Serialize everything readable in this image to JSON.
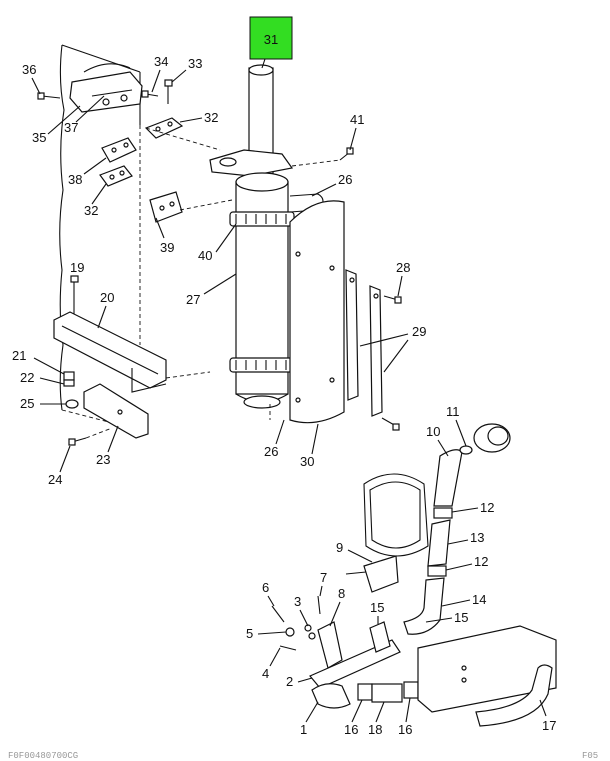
{
  "highlight": {
    "label": "31",
    "color": "#33dd22"
  },
  "callouts": {
    "c1": "1",
    "c2": "2",
    "c3": "3",
    "c4": "4",
    "c5": "5",
    "c6": "6",
    "c7": "7",
    "c8": "8",
    "c9": "9",
    "c10": "10",
    "c11": "11",
    "c12a": "12",
    "c12b": "12",
    "c13": "13",
    "c14": "14",
    "c15a": "15",
    "c15b": "15",
    "c16a": "16",
    "c16b": "16",
    "c17": "17",
    "c18": "18",
    "c19": "19",
    "c20": "20",
    "c21": "21",
    "c22": "22",
    "c23": "23",
    "c24": "24",
    "c25": "25",
    "c26a": "26",
    "c26b": "26",
    "c27": "27",
    "c28": "28",
    "c29": "29",
    "c30": "30",
    "c32a": "32",
    "c32b": "32",
    "c33": "33",
    "c34": "34",
    "c35": "35",
    "c36": "36",
    "c37": "37",
    "c38": "38",
    "c39": "39",
    "c40": "40",
    "c41": "41"
  },
  "footer": {
    "left": "F0F00480700CG",
    "right": "F05"
  }
}
